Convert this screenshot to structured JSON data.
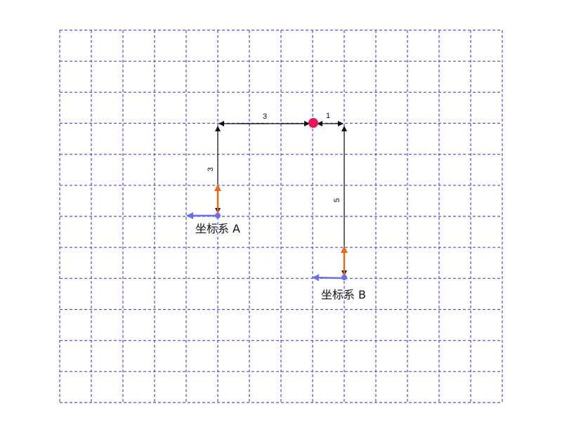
{
  "diagram": {
    "grid": {
      "columns": 14,
      "rows": 12,
      "line_color": "#4a4fd6",
      "line_style": "dashed"
    },
    "target_point": {
      "color": "#e8155c",
      "cell": [
        8,
        3
      ]
    },
    "frames": [
      {
        "id": "a",
        "label": "坐标系 A",
        "origin_cell": [
          5,
          6
        ],
        "x_axis_color": "#6a6ff0",
        "y_axis_color": "#e8691a",
        "x_axis_direction": "left",
        "y_axis_direction": "up"
      },
      {
        "id": "b",
        "label": "坐标系 B",
        "origin_cell": [
          9,
          8
        ],
        "x_axis_color": "#6a6ff0",
        "y_axis_color": "#e8691a",
        "x_axis_direction": "left",
        "y_axis_direction": "up"
      }
    ],
    "dimensions": {
      "a_horizontal": "3",
      "a_vertical": "3",
      "b_horizontal": "1",
      "b_vertical": "5"
    },
    "dimension_line_color": "#111111"
  }
}
